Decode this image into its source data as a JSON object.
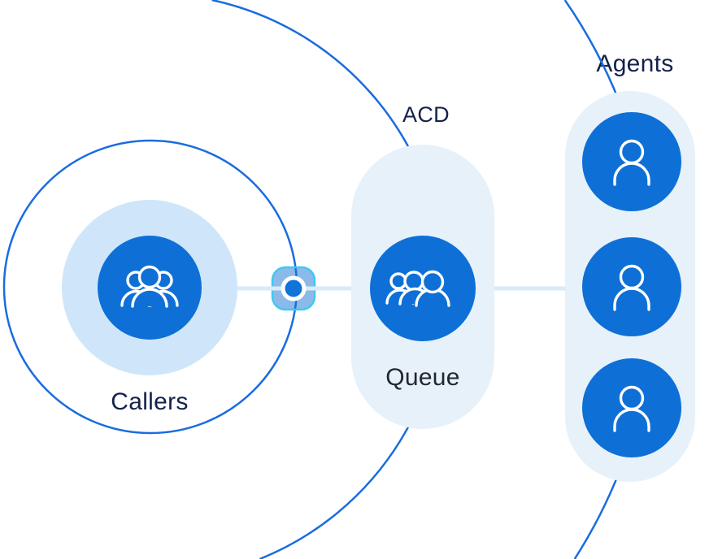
{
  "labels": {
    "callers": "Callers",
    "acd": "ACD",
    "queue": "Queue",
    "agents": "Agents"
  },
  "agents_count": 3,
  "icons": {
    "callers": "group-of-people-icon",
    "queue": "people-queue-icon",
    "agent": "person-icon",
    "connector": "node-dot-icon"
  },
  "colors": {
    "background": "#ffffff",
    "node_blue": "#0e70d6",
    "halo_blue": "#cfe6fa",
    "pill_bg": "#e7f1fa",
    "orbit_stroke": "#1a6ce0",
    "link_line": "#d9eaf8",
    "connector_border": "#41c8ef",
    "connector_fill": "rgba(24,118,212,0.5)",
    "connector_dot": "#1273d8",
    "label_navy": "#13224c",
    "queue_label_color": "#23272e",
    "icon_stroke": "#ffffff"
  }
}
